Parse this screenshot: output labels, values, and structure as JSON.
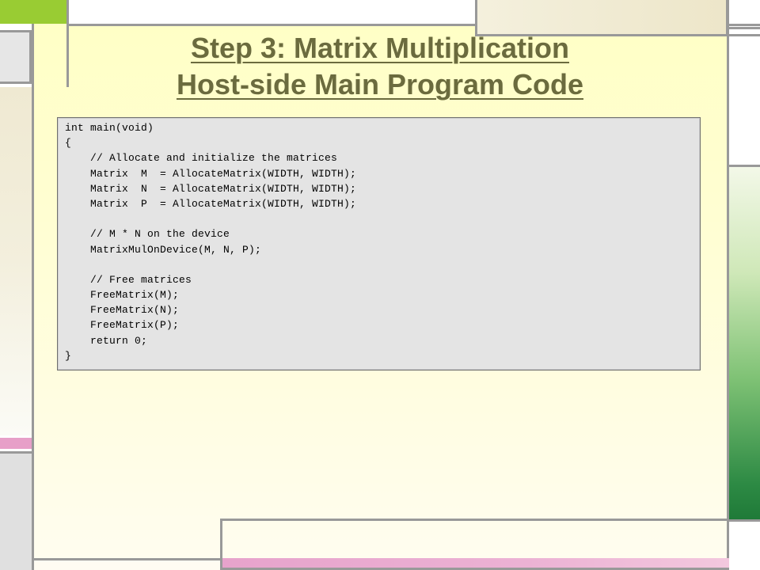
{
  "slide": {
    "title_line1": "Step 3: Matrix Multiplication",
    "title_line2": "Host-side Main Program Code",
    "colors": {
      "title": "#6b6b3e",
      "frame": "#999999",
      "accent_green": "#99cc33",
      "accent_pink": "#e79fc8",
      "panel_yellow": "#ffffc6",
      "code_background": "#e4e4e4"
    }
  },
  "code": {
    "lines": [
      "int main(void)",
      "{",
      "    // Allocate and initialize the matrices",
      "    Matrix  M  = AllocateMatrix(WIDTH, WIDTH);",
      "    Matrix  N  = AllocateMatrix(WIDTH, WIDTH);",
      "    Matrix  P  = AllocateMatrix(WIDTH, WIDTH);",
      "",
      "    // M * N on the device",
      "    MatrixMulOnDevice(M, N, P);",
      "",
      "    // Free matrices",
      "    FreeMatrix(M);",
      "    FreeMatrix(N);",
      "    FreeMatrix(P);",
      "    return 0;",
      "}"
    ]
  }
}
